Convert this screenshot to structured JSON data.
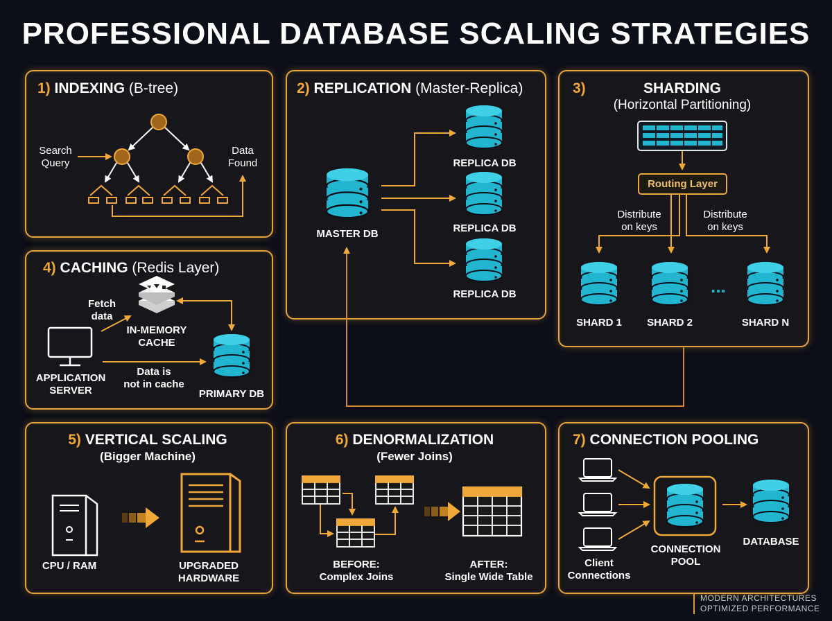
{
  "title": "PROFESSIONAL DATABASE SCALING STRATEGIES",
  "panels": {
    "indexing": {
      "num": "1)",
      "title": "INDEXING",
      "sub": "(B-tree)",
      "search_line1": "Search",
      "search_line2": "Query",
      "found_line1": "Data",
      "found_line2": "Found"
    },
    "replication": {
      "num": "2)",
      "title": "REPLICATION",
      "sub": "(Master-Replica)",
      "master": "MASTER DB",
      "replicas": [
        "REPLICA DB",
        "REPLICA DB",
        "REPLICA DB"
      ]
    },
    "sharding": {
      "num": "3)",
      "title": "SHARDING",
      "sub": "(Horizontal Partitioning)",
      "routing": "Routing Layer",
      "dist_left1": "Distribute",
      "dist_left2": "on keys",
      "dist_right1": "Distribute",
      "dist_right2": "on keys",
      "shards": [
        "SHARD 1",
        "SHARD 2",
        "SHARD N"
      ],
      "ellipsis": "..."
    },
    "caching": {
      "num": "4)",
      "title": "CACHING",
      "sub": "(Redis Layer)",
      "fetch1": "Fetch",
      "fetch2": "data",
      "cache1": "IN-MEMORY",
      "cache2": "CACHE",
      "app1": "APPLICATION",
      "app2": "SERVER",
      "miss1": "Data is",
      "miss2": "not in cache",
      "primary": "PRIMARY DB"
    },
    "vertical": {
      "num": "5)",
      "title": "VERTICAL SCALING",
      "sub": "(Bigger Machine)",
      "cpu": "CPU / RAM",
      "up1": "UPGRADED",
      "up2": "HARDWARE"
    },
    "denorm": {
      "num": "6)",
      "title": "DENORMALIZATION",
      "sub": "(Fewer Joins)",
      "before1": "BEFORE:",
      "before2": "Complex Joins",
      "after1": "AFTER:",
      "after2": "Single Wide Table"
    },
    "pooling": {
      "num": "7)",
      "title": "CONNECTION POOLING",
      "clients1": "Client",
      "clients2": "Connections",
      "pool1": "CONNECTION",
      "pool2": "POOL",
      "db": "DATABASE"
    }
  },
  "footer": {
    "line1": "MODERN ARCHITECTURES",
    "line2": "OPTIMIZED PERFORMANCE"
  },
  "colors": {
    "accent": "#f0a838",
    "db": "#22b5cf",
    "background": "#0c0e18"
  }
}
